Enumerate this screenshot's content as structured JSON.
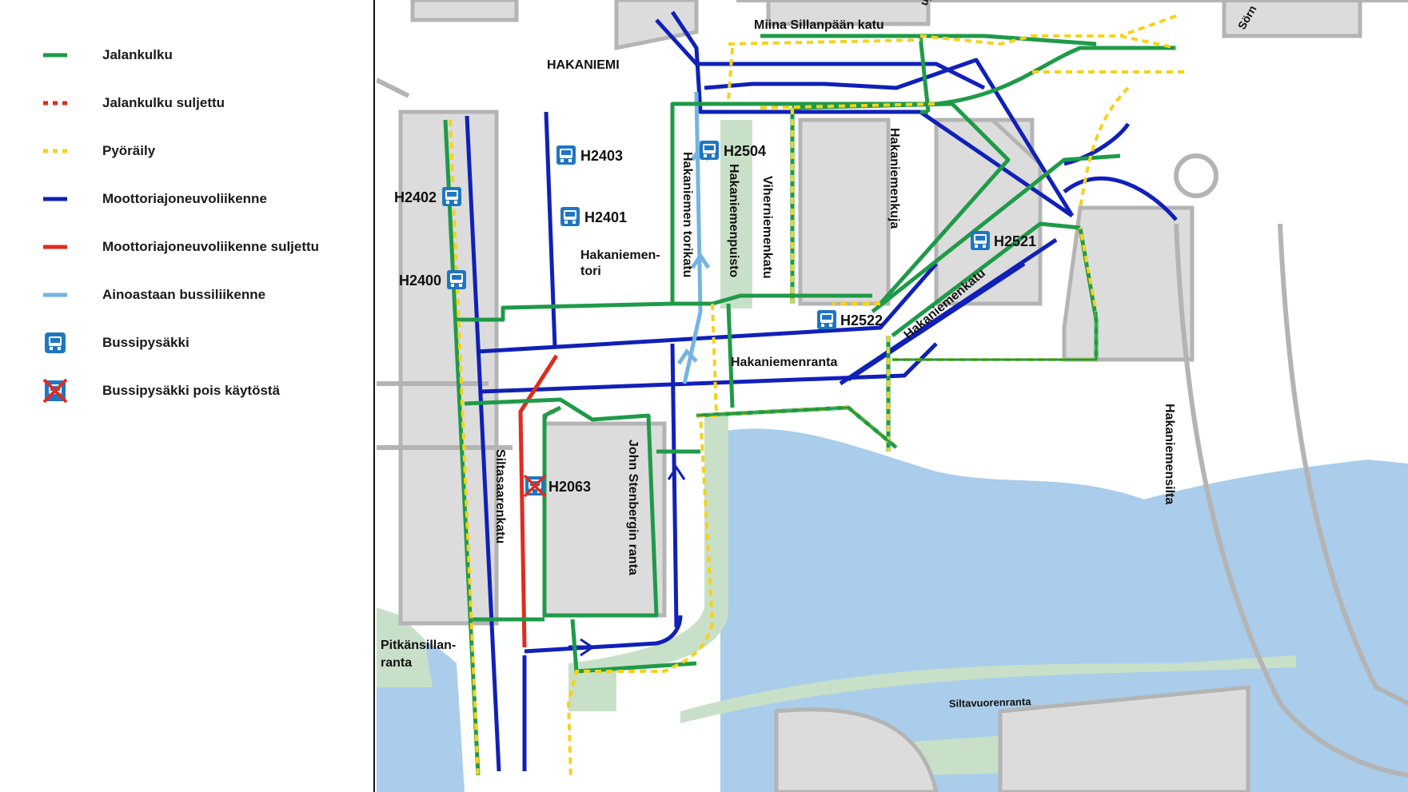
{
  "colors": {
    "walking": "#1f9a48",
    "walking_closed": "#e02b20",
    "cycling": "#f5d21c",
    "motor": "#1020b8",
    "motor_closed": "#e02b20",
    "bus_only": "#74b4e2",
    "bus_stop": "#1f76c2",
    "water": "#a9cdea",
    "park": "#c9e0c8",
    "block": "#dcdcdc",
    "block_edge": "#b4b4b4"
  },
  "legend": [
    {
      "key": "walking",
      "label": "Jalankulku",
      "icon": "green-solid-line-icon"
    },
    {
      "key": "walking_closed",
      "label": "Jalankulku suljettu",
      "icon": "red-dashed-line-icon"
    },
    {
      "key": "cycling",
      "label": "Pyöräily",
      "icon": "yellow-dashed-line-icon"
    },
    {
      "key": "motor",
      "label": "Moottoriajoneuvoliikenne",
      "icon": "blue-solid-line-icon"
    },
    {
      "key": "motor_closed",
      "label": "Moottoriajoneuvoliikenne suljettu",
      "icon": "red-solid-line-icon"
    },
    {
      "key": "bus_only",
      "label": "Ainoastaan bussiliikenne",
      "icon": "light-blue-line-icon"
    },
    {
      "key": "bus_stop",
      "label": "Bussipysäkki",
      "icon": "bus-stop-icon"
    },
    {
      "key": "bus_stop_closed",
      "label": "Bussipysäkki pois käytöstä",
      "icon": "bus-stop-closed-icon"
    }
  ],
  "map": {
    "area_label": "HAKANIEMI",
    "streets": {
      "miina": "Miina Sillanpään katu",
      "torikatu": "Hakaniemen torikatu",
      "puisto": "Hakaniemenpuisto",
      "viherniemenkatu": "Viherniemenkatu",
      "hakaniemenkuja": "Hakaniemenkuja",
      "hakaniemenkatu": "Hakaniemenkatu",
      "hakaniemenranta": "Hakaniemenranta",
      "hakaniementori_1": "Hakaniemen-",
      "hakaniementori_2": "tori",
      "siltasaarenkatu": "Siltasaarenkatu",
      "john": "John Stenbergin ranta",
      "pitkansillan_1": "Pitkänsillan-",
      "pitkansillan_2": "ranta",
      "siltavuorenranta": "Siltavuorenranta",
      "hakaniemensilta": "Hakaniemensilta",
      "top_cut_1": "uja",
      "top_cut_2": "Sörn"
    },
    "bus_stops": [
      {
        "code": "H2403",
        "closed": false
      },
      {
        "code": "H2401",
        "closed": false
      },
      {
        "code": "H2402",
        "closed": false
      },
      {
        "code": "H2400",
        "closed": false
      },
      {
        "code": "H2504",
        "closed": false
      },
      {
        "code": "H2521",
        "closed": false
      },
      {
        "code": "H2522",
        "closed": false
      },
      {
        "code": "H2063",
        "closed": true
      }
    ]
  }
}
